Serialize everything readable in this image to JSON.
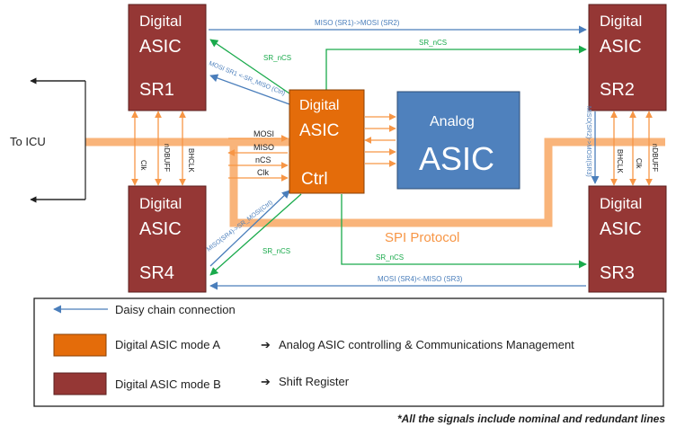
{
  "blocks": {
    "sr1": {
      "line1": "Digital",
      "line2": "ASIC",
      "line3": "SR1"
    },
    "sr2": {
      "line1": "Digital",
      "line2": "ASIC",
      "line3": "SR2"
    },
    "sr3": {
      "line1": "Digital",
      "line2": "ASIC",
      "line3": "SR3"
    },
    "sr4": {
      "line1": "Digital",
      "line2": "ASIC",
      "line3": "SR4"
    },
    "ctrl": {
      "line1": "Digital",
      "line2": "ASIC",
      "line3": "Ctrl"
    },
    "analog": {
      "line1": "Analog",
      "line2": "ASIC"
    }
  },
  "labels": {
    "to_icu": "To ICU",
    "spi_protocol": "SPI Protocol",
    "miso_sr1_mosi_sr2": "MISO (SR1)->MOSI (SR2)",
    "mosi_sr4_miso_sr3": "MOSI (SR4)<-MISO (SR3)",
    "mosi_sr1_miso_ctrl": "MOSI SR1 <-SR_MISO (Ctrl)",
    "miso_sr4_mosi_ctrl": "MISO(SR4)->SR_MOSI(Ctrl)",
    "miso_sr2_mosi_sr3": "MISO(SR2)->MOSI(SR3)",
    "sr_ncs": "SR_nCS",
    "mosi": "MOSI",
    "miso": "MISO",
    "ncs": "nCS",
    "clk": "Clk",
    "ndbuff": "nDBUFF",
    "bhclk": "BHCLK"
  },
  "legend": {
    "daisy": "Daisy chain connection",
    "mode_a": "Digital ASIC mode A",
    "mode_a_desc": "Analog ASIC controlling & Communications Management",
    "mode_b": "Digital ASIC mode B",
    "mode_b_desc": "Shift Register",
    "arrow_glyph": "➔"
  },
  "footnote": "*All the signals include nominal and redundant lines",
  "colors": {
    "shift_register": "#953735",
    "ctrl": "#e46c0a",
    "analog": "#4f81bd",
    "orange_bus": "#f9b47a",
    "blue_line": "#4a7ebb",
    "green_line": "#1aaa4c"
  }
}
